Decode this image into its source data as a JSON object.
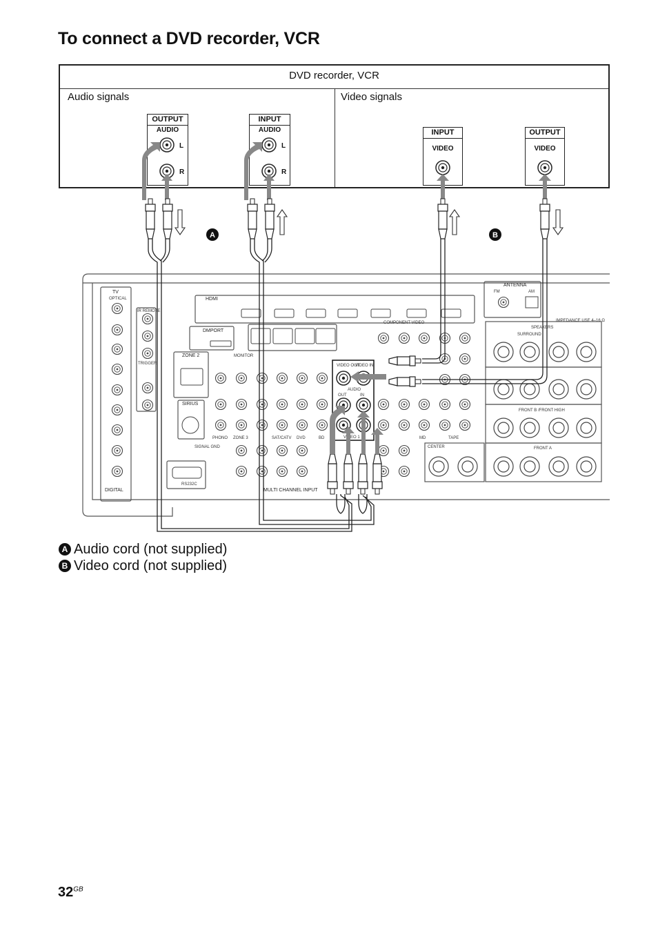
{
  "page": {
    "title": "To connect a DVD recorder, VCR",
    "page_number": "32",
    "page_suffix": "GB"
  },
  "device_box": {
    "header": "DVD recorder, VCR",
    "audio_column_label": "Audio signals",
    "video_column_label": "Video signals",
    "panels": [
      {
        "head": "OUTPUT",
        "sub": "AUDIO",
        "jacks": [
          "L",
          "R"
        ]
      },
      {
        "head": "INPUT",
        "sub": "AUDIO",
        "jacks": [
          "L",
          "R"
        ]
      },
      {
        "head": "INPUT",
        "sub": "VIDEO"
      },
      {
        "head": "OUTPUT",
        "sub": "VIDEO"
      }
    ]
  },
  "cord_markers": {
    "a": "A",
    "b": "B"
  },
  "receiver": {
    "labels": {
      "tv": "TV",
      "optical": "OPTICAL",
      "ir_remote": "IR REMOTE",
      "trigger": "TRIGGER",
      "hdmi": "HDMI",
      "dmport": "DMPORT",
      "zone2": "ZONE 2",
      "sirius": "SIRIUS",
      "component_video": "COMPONENT VIDEO",
      "antenna": "ANTENNA",
      "speakers": "SPEAKERS",
      "impedance": "IMPEDANCE USE 4–16 Ω",
      "surround": "SURROUND",
      "front_b": "FRONT B /FRONT HIGH",
      "front_a": "FRONT A",
      "center": "CENTER",
      "digital": "DIGITAL",
      "multi_channel_input": "MULTI CHANNEL INPUT",
      "monitor": "MONITOR",
      "phono": "PHONO",
      "zone3": "ZONE 3",
      "sat": "SAT/CATV",
      "dvd": "DVD",
      "bd": "BD",
      "md": "MD",
      "tape": "TAPE",
      "video1": "VIDEO 1",
      "video_out": "VIDEO OUT",
      "video_in": "VIDEO IN",
      "audio": "AUDIO",
      "out": "OUT",
      "in": "IN",
      "rs232c": "RS232C",
      "signal_gnd": "SIGNAL GND",
      "fm": "FM",
      "am": "AM"
    }
  },
  "legend": [
    {
      "badge": "A",
      "text": "Audio cord (not supplied)"
    },
    {
      "badge": "B",
      "text": "Video cord (not supplied)"
    }
  ]
}
